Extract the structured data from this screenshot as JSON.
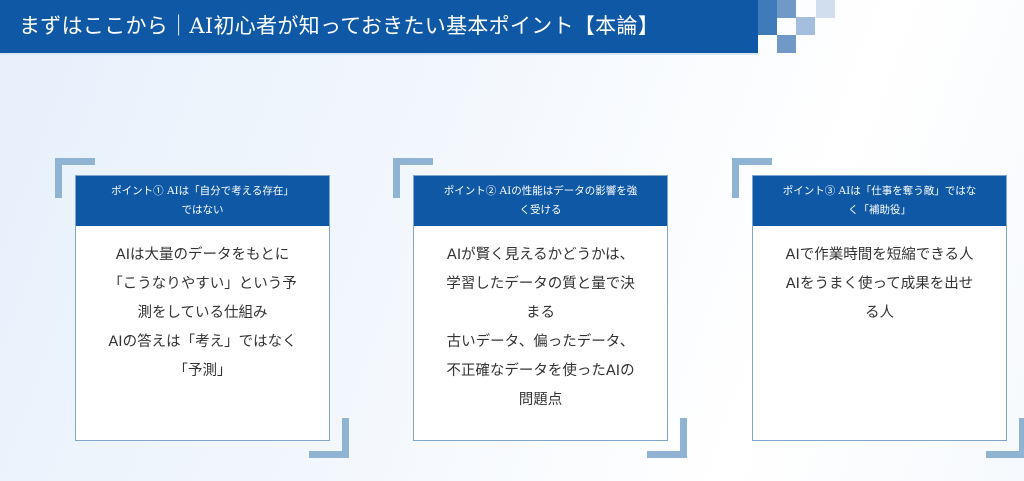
{
  "header": {
    "title": "まずはここから｜AI初心者が知っておきたい基本ポイント【本論】"
  },
  "colors": {
    "brand": "#0f58a6",
    "accent": "#8fb3d3"
  },
  "cards": [
    {
      "title_lines": [
        "ポイント① AIは「自分で考える存在」",
        "ではない"
      ],
      "body_lines": [
        "AIは大量のデータをもとに",
        "「こうなりやすい」という予",
        "測をしている仕組み",
        "AIの答えは「考え」ではなく",
        "「予測」"
      ]
    },
    {
      "title_lines": [
        "ポイント② AIの性能はデータの影響を強",
        "く受ける"
      ],
      "body_lines": [
        "AIが賢く見えるかどうかは、",
        "学習したデータの質と量で決",
        "まる",
        "古いデータ、偏ったデータ、",
        "不正確なデータを使ったAIの",
        "問題点"
      ]
    },
    {
      "title_lines": [
        "ポイント③ AIは「仕事を奪う敵」ではな",
        "く「補助役」"
      ],
      "body_lines": [
        "AIで作業時間を短縮できる人",
        "AIをうまく使って成果を出せ",
        "る人"
      ]
    }
  ]
}
